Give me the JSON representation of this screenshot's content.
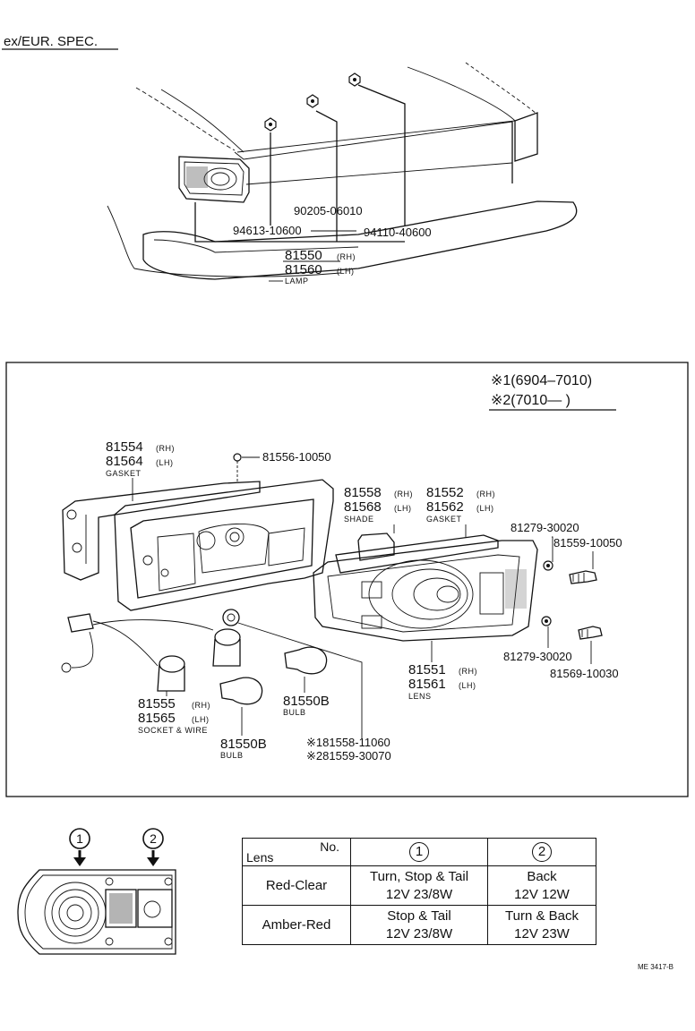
{
  "header": {
    "spec": "ex/EUR. SPEC."
  },
  "top_diagram": {
    "part_90205": "90205-06010",
    "part_94613": "94613-10600",
    "part_94110": "94110-40600",
    "lamp_rh": "81550",
    "lamp_rh_side": "(RH)",
    "lamp_lh": "81560",
    "lamp_lh_side": "(LH)",
    "lamp_label": "LAMP"
  },
  "detail_box": {
    "note1": "※1(6904–7010)",
    "note2": "※2(7010—        )",
    "gasket_a_rh": "81554",
    "gasket_a_rh_side": "(RH)",
    "gasket_a_lh": "81564",
    "gasket_a_lh_side": "(LH)",
    "gasket_a_label": "GASKET",
    "screw_top": "81556-10050",
    "shade_rh": "81558",
    "shade_rh_side": "(RH)",
    "shade_lh": "81568",
    "shade_lh_side": "(LH)",
    "shade_label": "SHADE",
    "gasket_b_rh": "81552",
    "gasket_b_rh_side": "(RH)",
    "gasket_b_lh": "81562",
    "gasket_b_lh_side": "(LH)",
    "gasket_b_label": "GASKET",
    "washer_top": "81279-30020",
    "screw_right_top": "81559-10050",
    "washer_bottom": "81279-30020",
    "screw_right_bottom": "81569-10030",
    "lens_rh": "81551",
    "lens_rh_side": "(RH)",
    "lens_lh": "81561",
    "lens_lh_side": "(LH)",
    "lens_label": "LENS",
    "socket_rh": "81555",
    "socket_rh_side": "(RH)",
    "socket_lh": "81565",
    "socket_lh_side": "(LH)",
    "socket_label": "SOCKET & WIRE",
    "bulb_a": "81550B",
    "bulb_a_label": "BULB",
    "bulb_b": "81550B",
    "bulb_b_label": "BULB",
    "grommet_1": "※181558-11060",
    "grommet_2": "※281559-30070"
  },
  "lamp_key": {
    "pos1": "1",
    "pos2": "2"
  },
  "lens_table": {
    "header_no": "No.",
    "header_lens": "Lens",
    "col1": "1",
    "col2": "2",
    "rows": [
      {
        "lens": "Red-Clear",
        "c1_a": "Turn, Stop & Tail",
        "c1_b": "12V 23/8W",
        "c2_a": "Back",
        "c2_b": "12V 12W"
      },
      {
        "lens": "Amber-Red",
        "c1_a": "Stop & Tail",
        "c1_b": "12V 23/8W",
        "c2_a": "Turn & Back",
        "c2_b": "12V 23W"
      }
    ]
  },
  "footer": {
    "code": "ME 3417-B"
  }
}
